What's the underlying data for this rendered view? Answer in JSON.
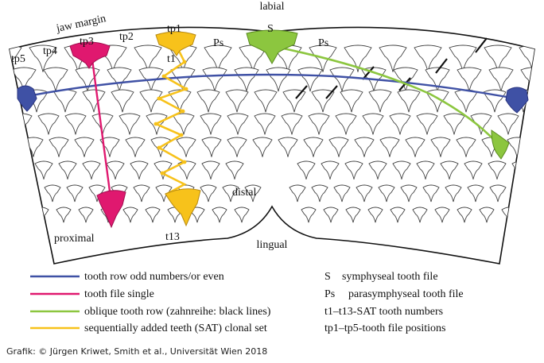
{
  "labels": {
    "labial": "labial",
    "lingual": "lingual",
    "jaw_margin": "jaw margin",
    "distal": "distal",
    "proximal": "proximal",
    "S": "S",
    "Ps_left": "Ps",
    "Ps_right": "Ps",
    "tp1": "tp1",
    "tp2": "tp2",
    "tp3": "tp3",
    "tp4": "tp4",
    "tp5": "tp5",
    "t1": "t1",
    "t13": "t13"
  },
  "legend_left": [
    {
      "label": "tooth row odd numbers/or even",
      "color": "#3f51a5"
    },
    {
      "label": "tooth file single",
      "color": "#e0186f"
    },
    {
      "label": "oblique tooth row (zahnreihe: black lines)",
      "color": "#8cc63f"
    },
    {
      "label": "sequentially added teeth (SAT) clonal set",
      "color": "#f7c21b"
    }
  ],
  "legend_right": [
    {
      "code": "S",
      "label": "symphyseal tooth file"
    },
    {
      "code": "Ps",
      "label": "parasymphyseal tooth file"
    },
    {
      "code": "",
      "label": "t1–t13-SAT tooth numbers"
    },
    {
      "code": "",
      "label": "tp1–tp5-tooth file positions"
    }
  ],
  "credit": "Grafik: © Jürgen Kriwet, Smith et al., Universität Wien  2018",
  "colors": {
    "blue": "#3f51a5",
    "magenta": "#e0186f",
    "green": "#8cc63f",
    "yellow": "#f7c21b"
  }
}
